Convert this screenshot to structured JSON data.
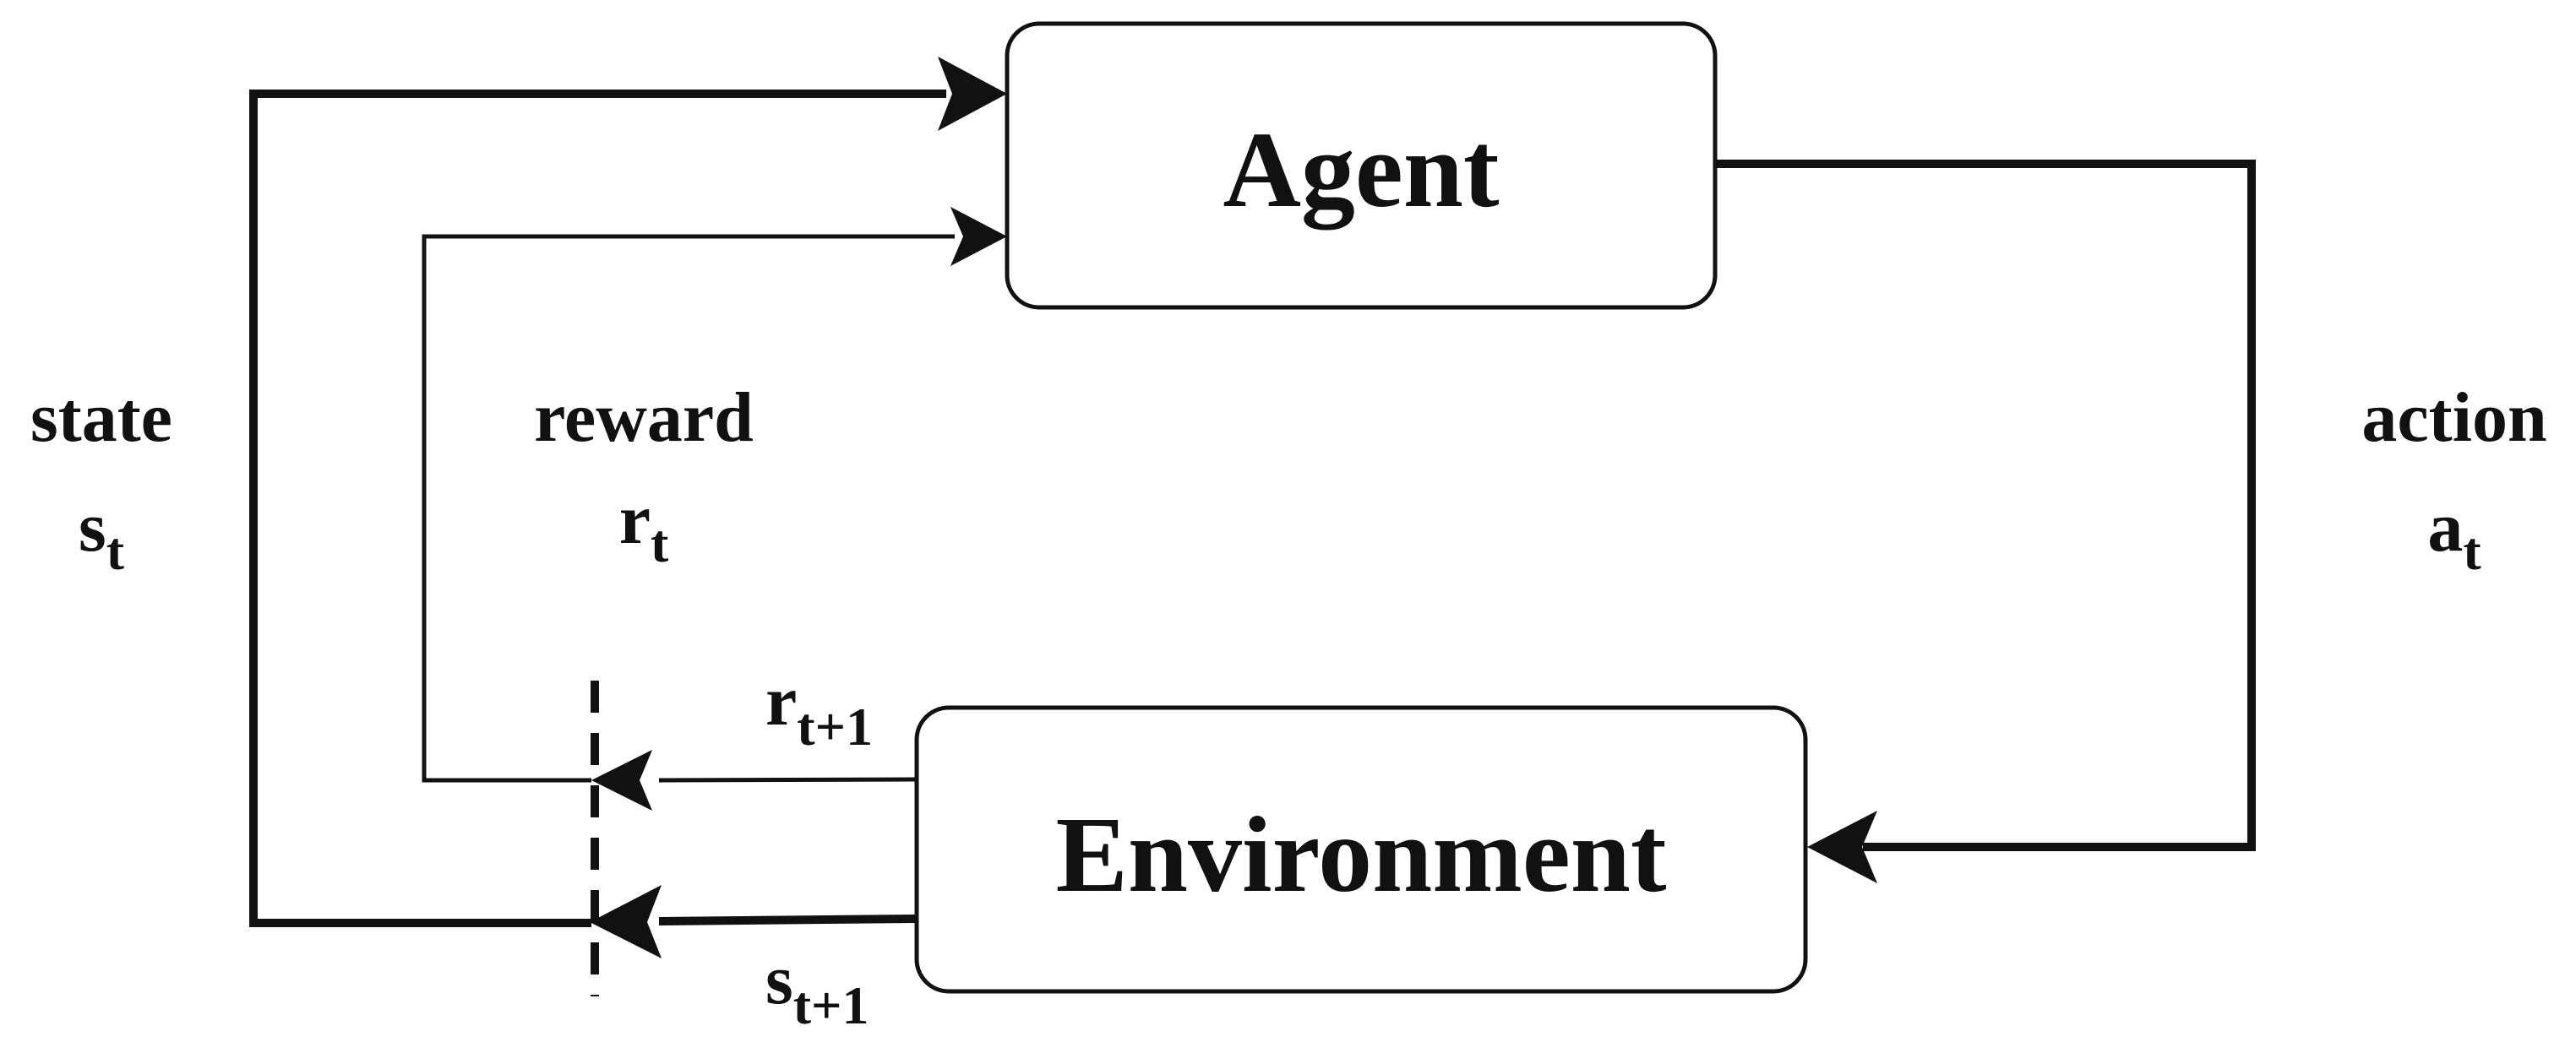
{
  "diagram": {
    "nodes": {
      "agent": {
        "label": "Agent"
      },
      "environment": {
        "label": "Environment"
      }
    },
    "labels": {
      "state": {
        "word": "state",
        "symbol": "s",
        "subscript": "t"
      },
      "reward": {
        "word": "reward",
        "symbol": "r",
        "subscript": "t"
      },
      "action": {
        "word": "action",
        "symbol": "a",
        "subscript": "t"
      },
      "next_reward": {
        "symbol": "r",
        "subscript": "t+1"
      },
      "next_state": {
        "symbol": "s",
        "subscript": "t+1"
      }
    },
    "edges": [
      {
        "from": "agent",
        "to": "environment",
        "label": "action a_t"
      },
      {
        "from": "environment",
        "to": "agent",
        "label": "reward r_t+1 / r_t"
      },
      {
        "from": "environment",
        "to": "agent",
        "label": "state s_t+1 / s_t"
      }
    ]
  }
}
